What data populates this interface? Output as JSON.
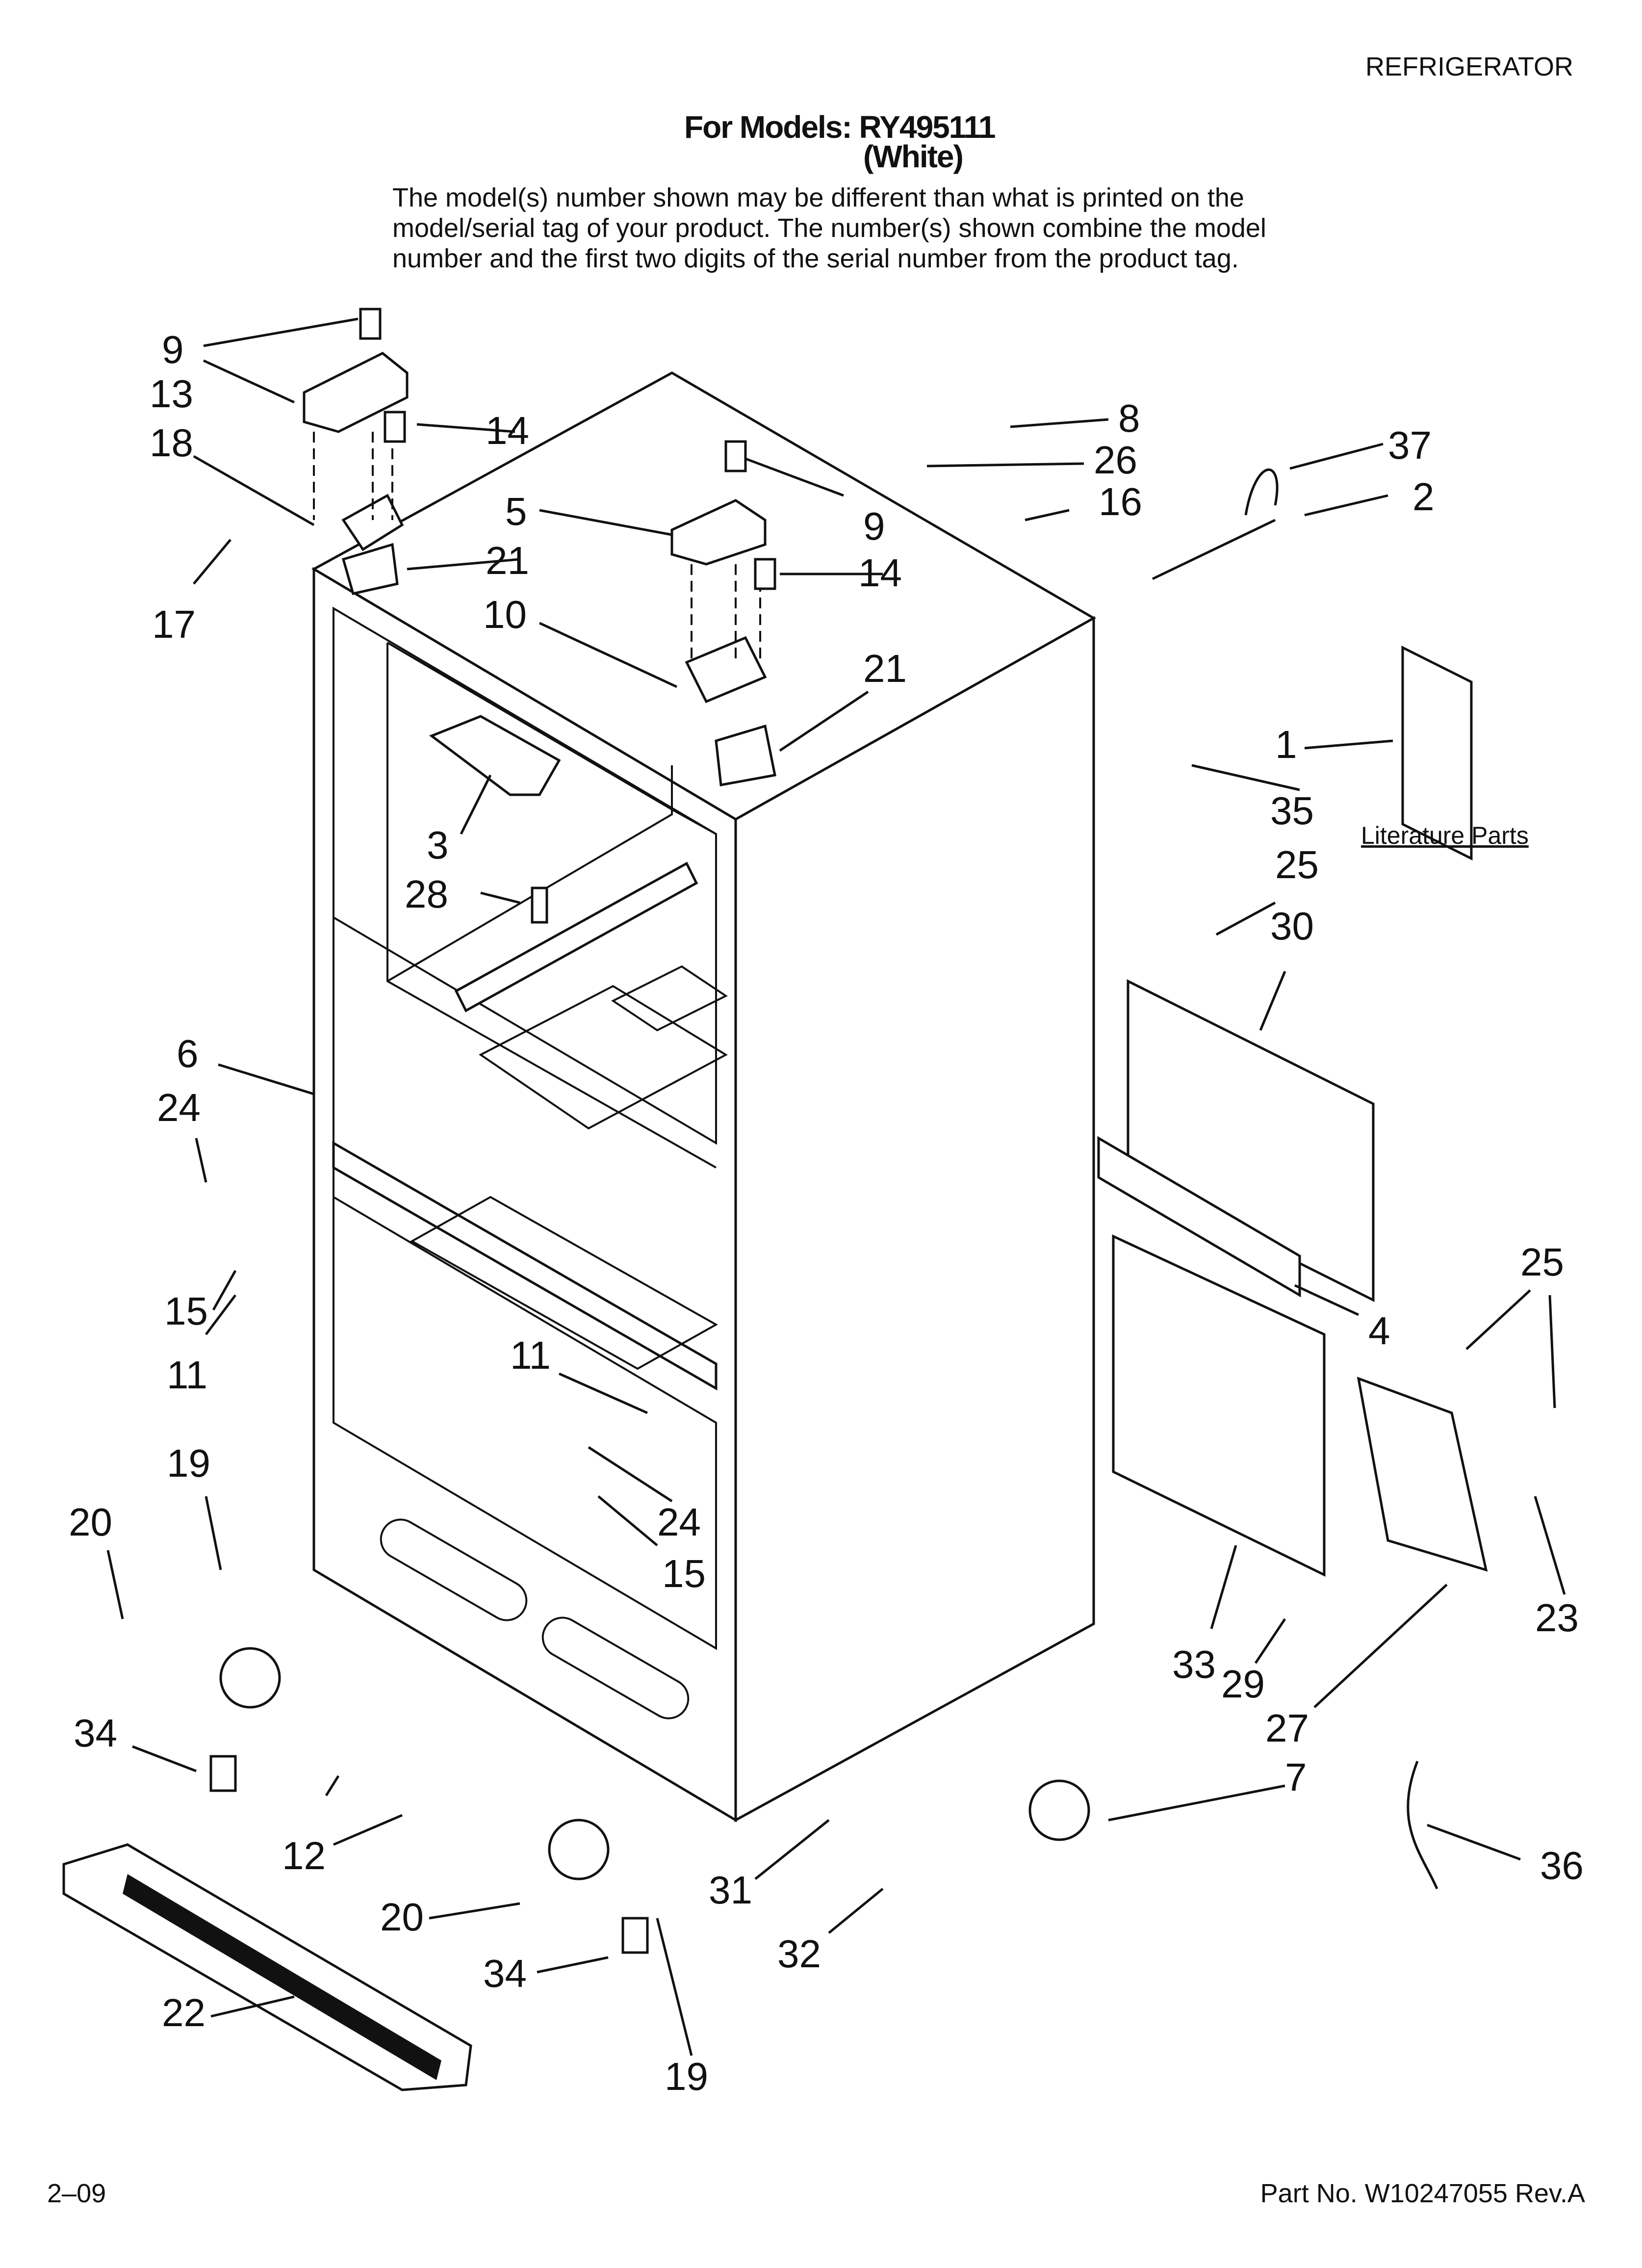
{
  "header": {
    "category": "REFRIGERATOR",
    "model_line1": "For Models: RY495111",
    "model_line2": "(White)",
    "disclaimer": [
      "The model(s) number shown may be different than what is printed on the",
      "model/serial tag of your product. The number(s) shown combine the model",
      "number and the first two digits of the serial number from the product tag."
    ]
  },
  "literature_label": "Literature Parts",
  "callouts": [
    "9",
    "13",
    "14",
    "18",
    "17",
    "21",
    "5",
    "9",
    "14",
    "10",
    "21",
    "8",
    "26",
    "16",
    "37",
    "2",
    "1",
    "35",
    "3",
    "28",
    "25",
    "30",
    "6",
    "24",
    "15",
    "11",
    "11",
    "24",
    "15",
    "4",
    "25",
    "19",
    "20",
    "33",
    "29",
    "27",
    "23",
    "34",
    "12",
    "20",
    "34",
    "22",
    "19",
    "31",
    "32",
    "7",
    "36"
  ],
  "footer": {
    "date": "2–09",
    "part_no": "Part No. W10247055 Rev.A"
  }
}
